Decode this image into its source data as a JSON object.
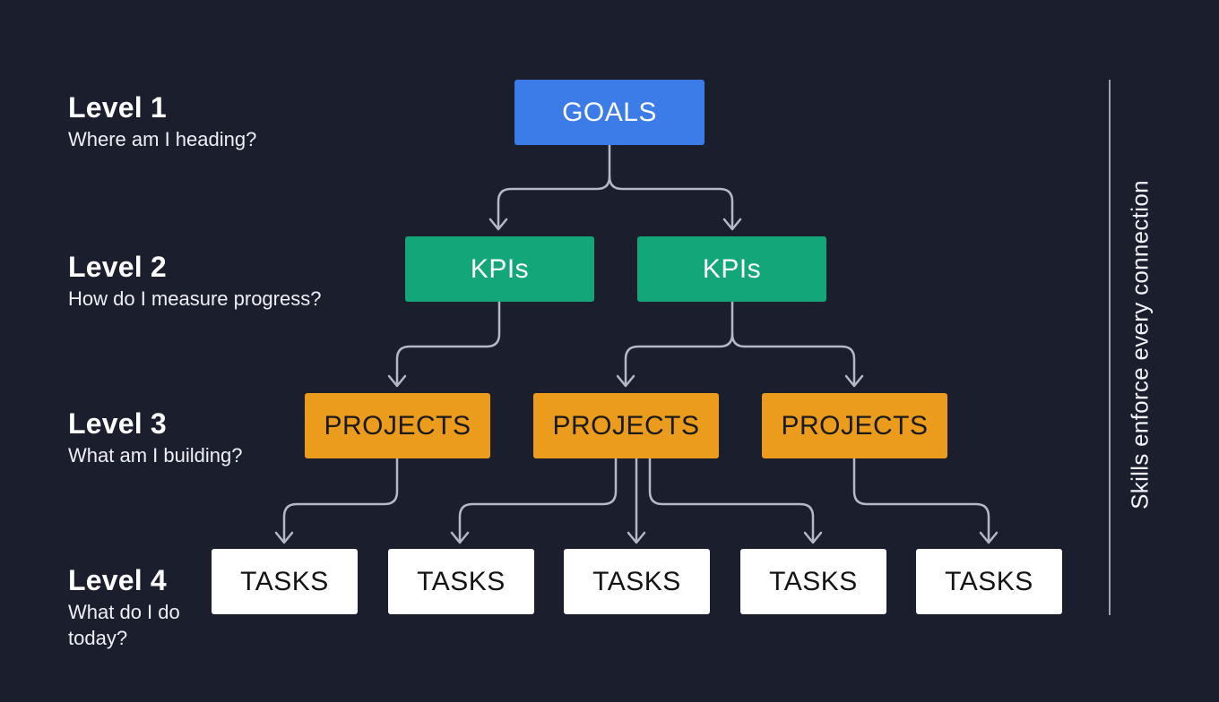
{
  "levels": [
    {
      "title": "Level 1",
      "question": "Where am I heading?"
    },
    {
      "title": "Level 2",
      "question": "How do I measure progress?"
    },
    {
      "title": "Level 3",
      "question": "What am I building?"
    },
    {
      "title": "Level 4",
      "question": "What do I do today?"
    }
  ],
  "nodes": {
    "goal": "GOALS",
    "kpis": [
      "KPIs",
      "KPIs"
    ],
    "projects": [
      "PROJECTS",
      "PROJECTS",
      "PROJECTS"
    ],
    "tasks": [
      "TASKS",
      "TASKS",
      "TASKS",
      "TASKS",
      "TASKS"
    ]
  },
  "side_caption": "Skills enforce every connection",
  "colors": {
    "background": "#1b1e2c",
    "goal": "#3b7ce8",
    "kpi": "#12a679",
    "project": "#eb9c1c",
    "task": "#ffffff",
    "connector": "#b4b9c8"
  }
}
